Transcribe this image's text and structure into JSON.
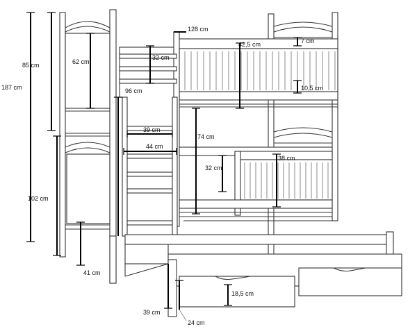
{
  "dimensions": {
    "total_height": "187 cm",
    "upper_section_height": "85 cm",
    "lower_section_height": "102 cm",
    "headboard_panel": "62 cm",
    "ladder_step_gap": "32 cm",
    "length": "128 cm",
    "guard_rail_top": "42,5 cm",
    "rail_clearance_top": "7 cm",
    "rail_clearance_bottom": "10,5 cm",
    "ladder_height": "96 cm",
    "ladder_inner_width": "39 cm",
    "ladder_outer_width": "44 cm",
    "bed_gap": "74 cm",
    "lower_rail": "32 cm",
    "lower_guard": "38 cm",
    "foot_height": "41 cm",
    "trundle_height": "39 cm",
    "trundle_depth": "24 cm",
    "drawer_height": "18,5 cm"
  },
  "colors": {
    "line": "#333333",
    "dimension": "#000000",
    "background": "#ffffff"
  }
}
